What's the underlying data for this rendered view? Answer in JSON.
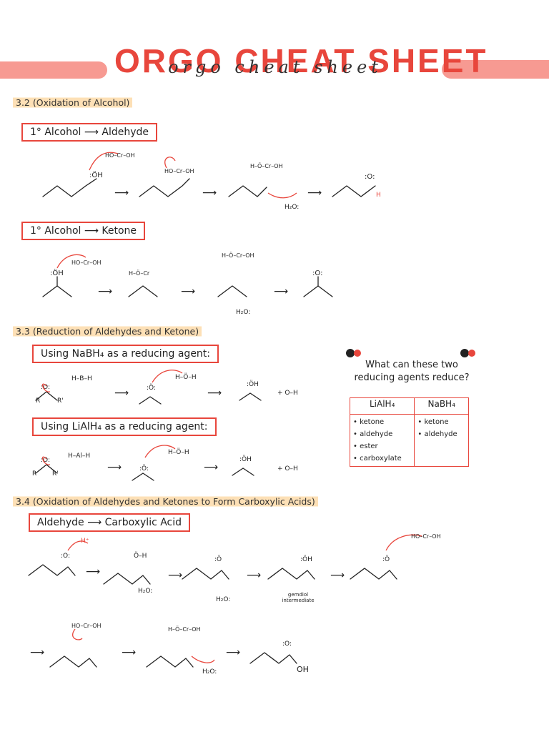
{
  "header": {
    "title": "ORGO CHEAT SHEET",
    "script_overlay": "orgo cheat sheet"
  },
  "sections": {
    "s32": "3.2 (Oxidation of Alcohol)",
    "s33": "3.3 (Reduction of Aldehydes and Ketone)",
    "s34": "3.4 (Oxidation of Aldehydes and Ketones to Form Carboxylic Acids)"
  },
  "boxes": {
    "primary_aldehyde": "1° Alcohol ⟶ Aldehyde",
    "primary_ketone": "1° Alcohol ⟶ Ketone",
    "nabh4": "Using NaBH₄ as a reducing agent:",
    "lialh4": "Using LiAlH₄ as a reducing agent:",
    "aldehyde_acid": "Aldehyde ⟶ Carboxylic Acid"
  },
  "arrow": "⟶",
  "labels": {
    "oh": "OH",
    "oh_lone": ":ÖH",
    "o_lone": ":O:",
    "h": "H",
    "h2o": "H₂O:",
    "hplus": "H⁺",
    "chromic": "HO–Cr–OH",
    "chromic_o": "O",
    "ho": "HO",
    "bh4": "H–B–H",
    "alh4": "H–Al–H",
    "r": "R",
    "rprime": "R'",
    "plus_oh": "+ O–H",
    "gemdiol": "gemdiol intermediate"
  },
  "question": {
    "text": "What can these two reducing agents reduce?",
    "headers": [
      "LiAlH₄",
      "NaBH₄"
    ],
    "lialh4_items": [
      "• ketone",
      "• aldehyde",
      "• ester",
      "• carboxylate"
    ],
    "nabh4_items": [
      "• ketone",
      "• aldehyde"
    ]
  },
  "colors": {
    "accent": "#e8463c",
    "bar": "#f79a92",
    "highlight": "#fde0b6"
  }
}
